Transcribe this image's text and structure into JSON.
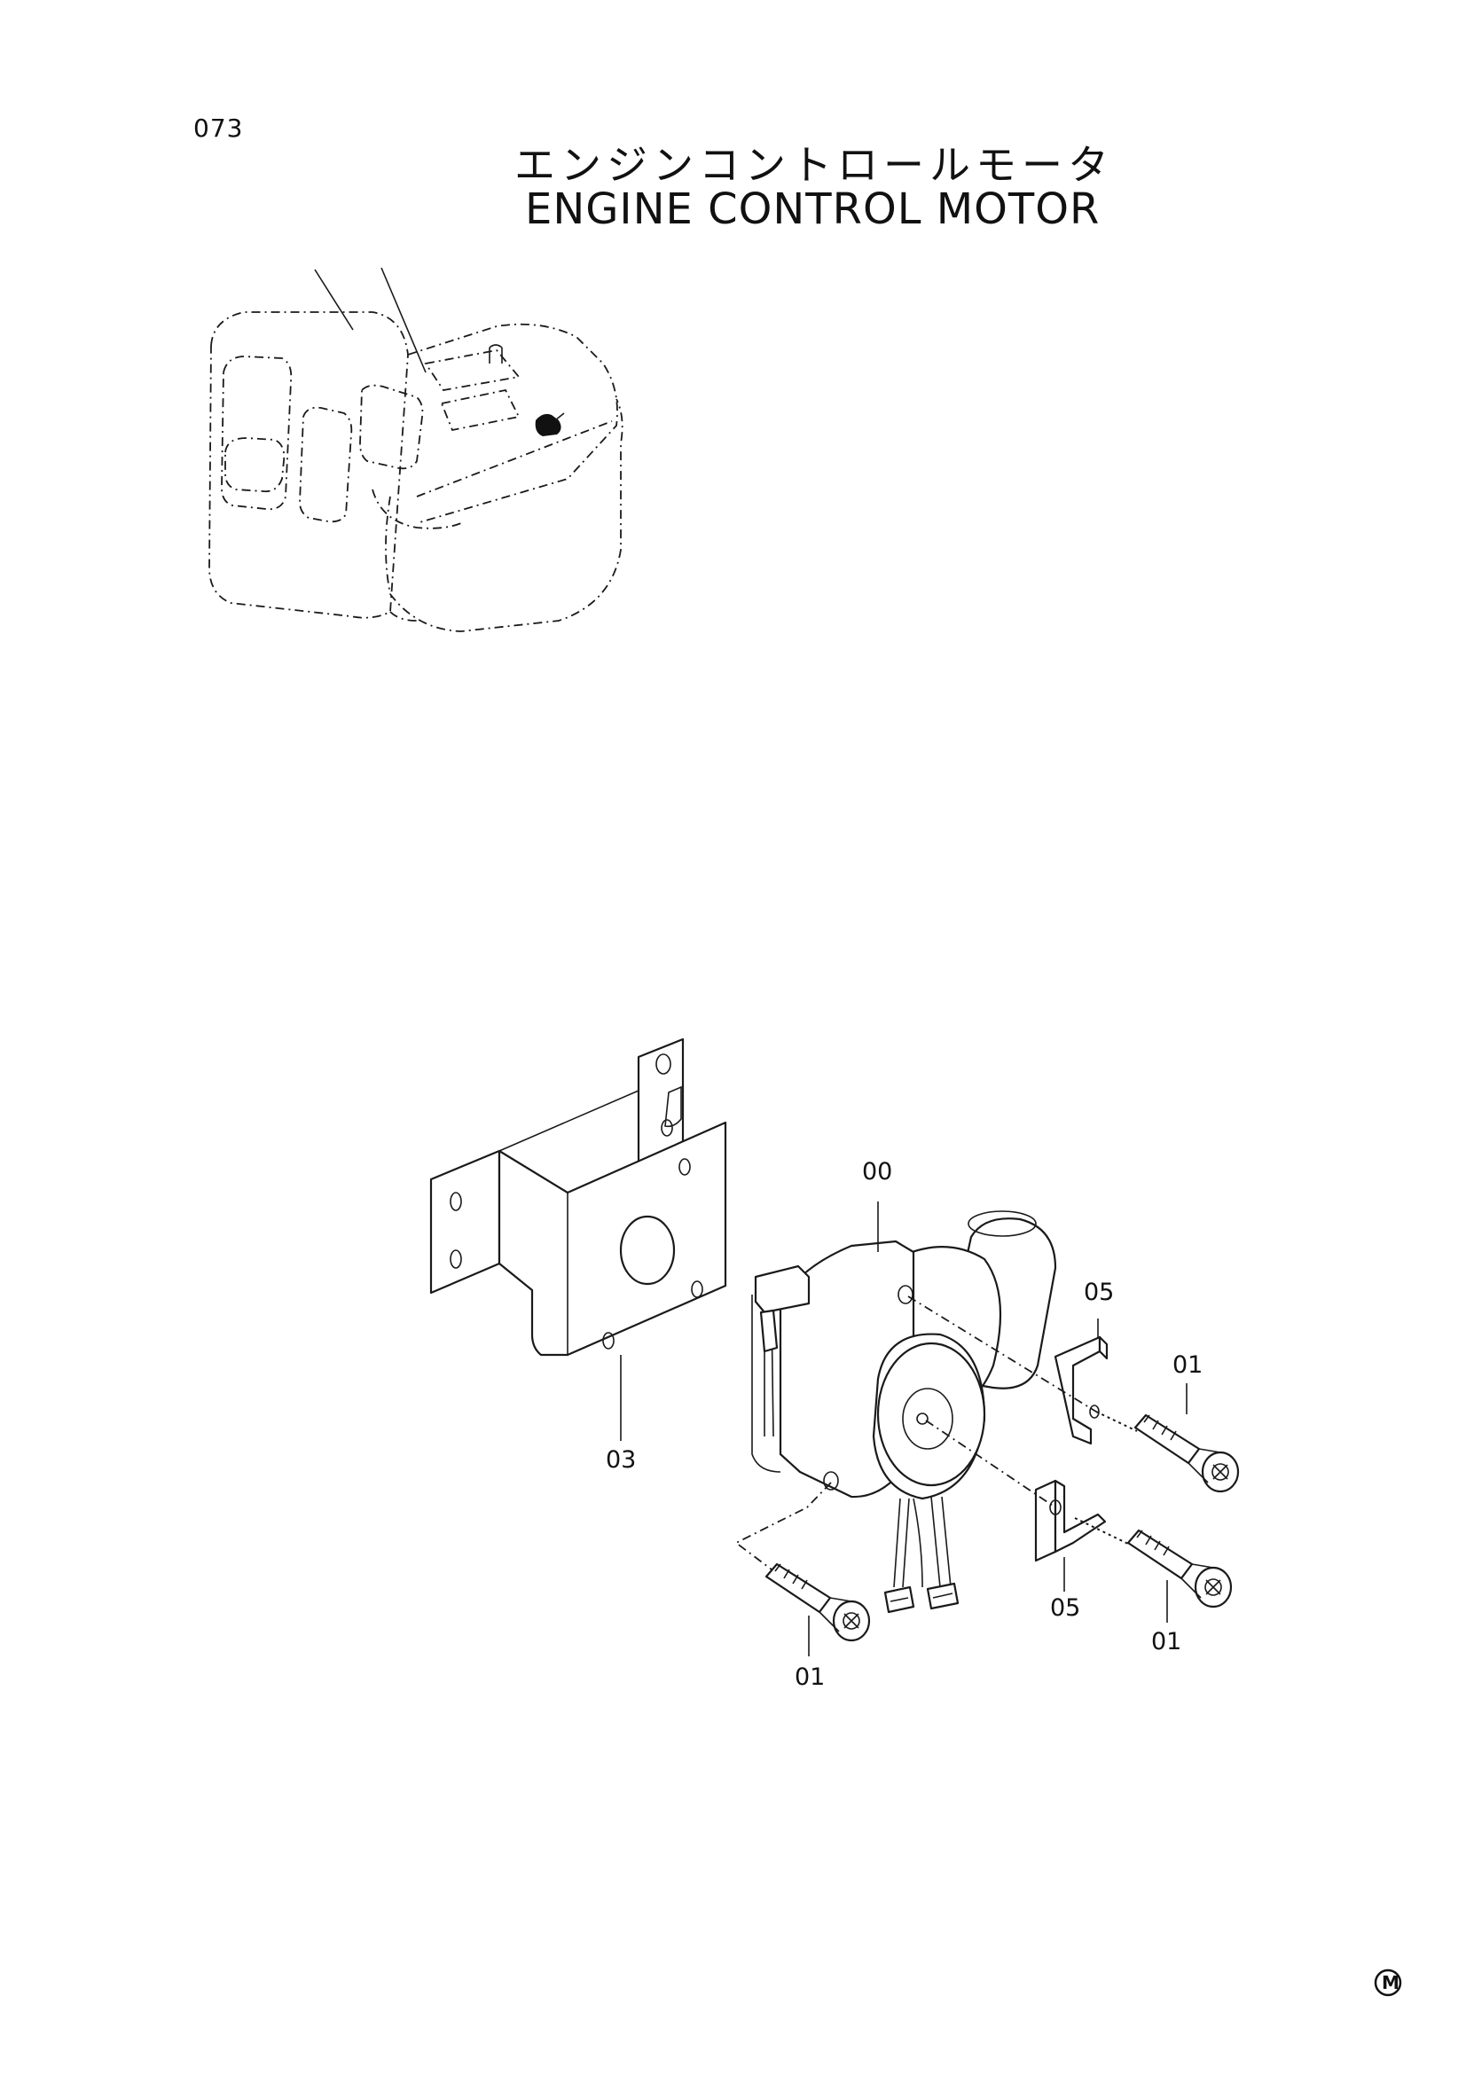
{
  "header": {
    "page_number": "073",
    "title_japanese": "エンジンコントロールモータ",
    "title_english": "ENGINE CONTROL MOTOR"
  },
  "callouts": {
    "motor": "00",
    "bolt_upper_right": "01",
    "bolt_lower_right": "01",
    "bolt_lower_left": "01",
    "bracket": "03",
    "plate_upper": "05",
    "plate_lower": "05"
  },
  "footer": {
    "mark_letter": "M"
  }
}
